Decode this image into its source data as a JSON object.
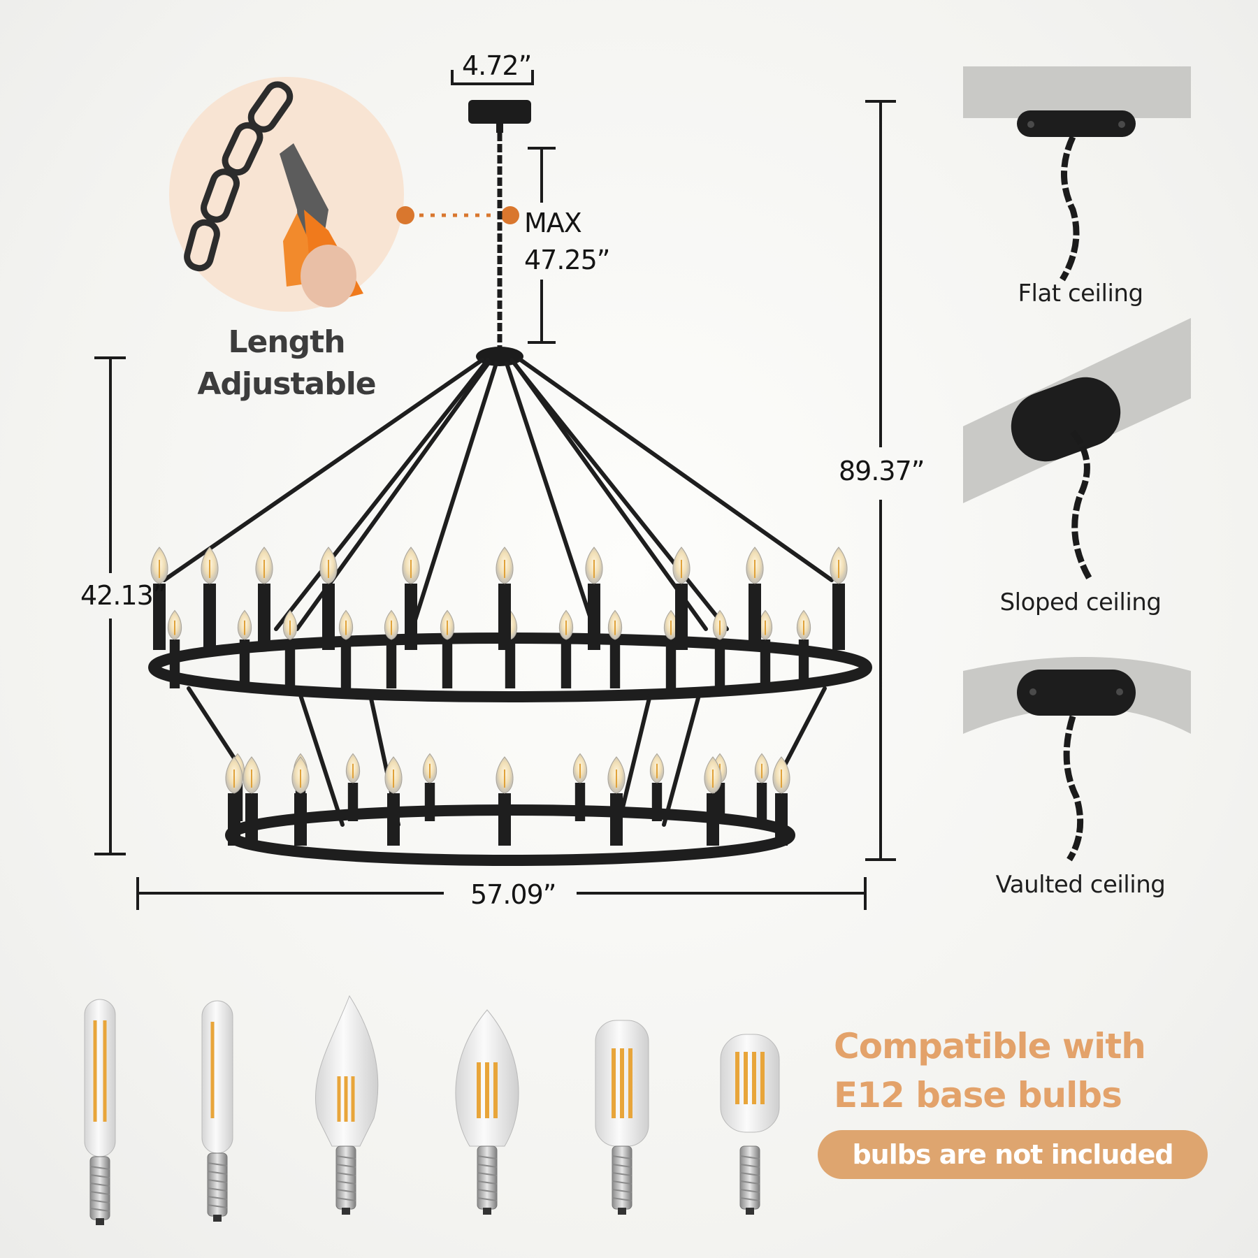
{
  "dimensions": {
    "canopy_width": "4.72”",
    "max_chain_line1": "MAX",
    "max_chain_line2": "47.25”",
    "total_height": "89.37”",
    "body_height": "42.13”",
    "diameter": "57.09”"
  },
  "chain_feature": {
    "line1": "Length",
    "line2": "Adjustable"
  },
  "ceiling_types": [
    {
      "label": "Flat ceiling"
    },
    {
      "label": "Sloped ceiling"
    },
    {
      "label": "Vaulted ceiling"
    }
  ],
  "bulbs": {
    "headline_line1": "Compatible with",
    "headline_line2": "E12 base bulbs",
    "note": "bulbs are not included"
  },
  "colors": {
    "accent_orange": "#d9772e",
    "headline_peach": "#e3a26a",
    "pill": "#dea56f",
    "iron_black": "#1e1e1e"
  }
}
